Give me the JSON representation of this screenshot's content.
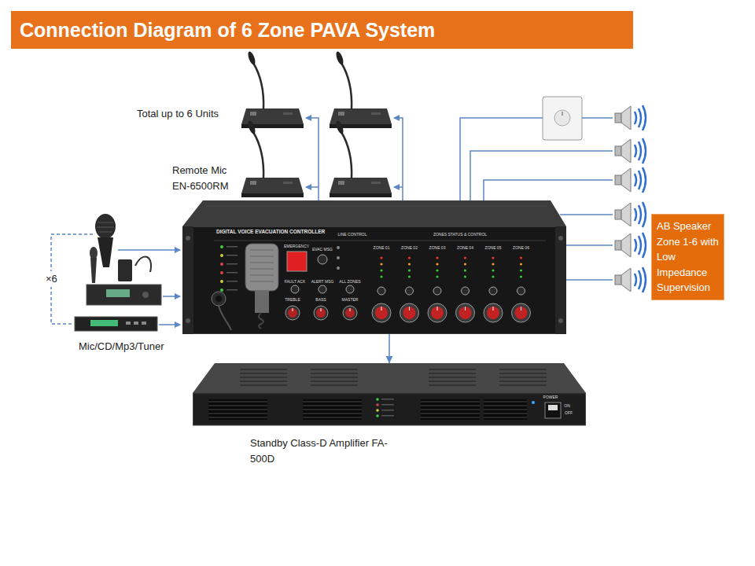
{
  "diagram": {
    "title": "Connection Diagram of 6 Zone PAVA System",
    "nodes": [
      {
        "text": [
          "DIGITAL VOICE EVACUATION CONTROLLER"
        ]
      },
      {
        "text": [
          "Standby Class-D Amplifier FA-500D"
        ]
      },
      {
        "text": [
          "AB Speaker Zone 1-6 with Low Impedance Supervision"
        ]
      }
    ],
    "edges": [
      {
        "from": 0,
        "to": 1,
        "arrow": "to"
      }
    ],
    "labels": [
      "Total up to 6 Units",
      "Remote Mic EN-6500RM",
      "×6",
      "Mic/CD/Mp3/Tuner",
      "EMERGENCY",
      "EVAC MSG",
      "LINE CONTROL",
      "ZONES STATUS & CONTROL",
      "ZONE 01",
      "ZONE 02",
      "ZONE 03",
      "ZONE 04",
      "ZONE 05",
      "ZONE 06",
      "FAULT ACK",
      "ALERT MSG",
      "ALL ZONES",
      "TREBLE",
      "BASS",
      "MASTER",
      "POWER",
      "ON",
      "OFF"
    ]
  }
}
